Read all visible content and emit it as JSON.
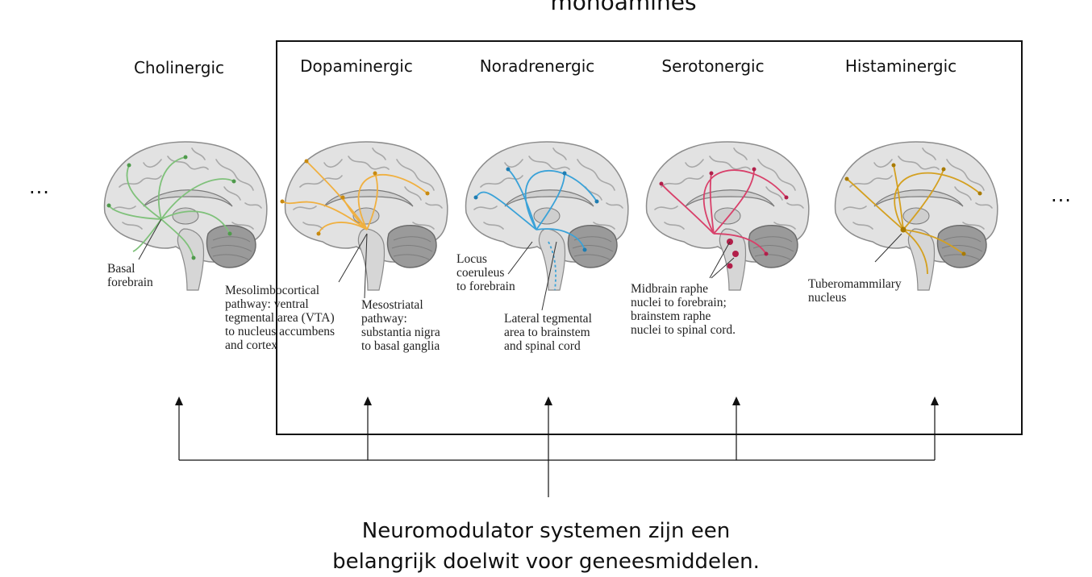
{
  "header": {
    "title": "monoamines"
  },
  "systems": [
    {
      "label": "Cholinergic",
      "pathway_color": "#7fc17a"
    },
    {
      "label": "Dopaminergic",
      "pathway_color": "#f0b040"
    },
    {
      "label": "Noradrenergic",
      "pathway_color": "#3aa2d8"
    },
    {
      "label": "Serotonergic",
      "pathway_color": "#d8406a"
    },
    {
      "label": "Histaminergic",
      "pathway_color": "#d4a020"
    }
  ],
  "annotations": {
    "basal_forebrain": "Basal\nforebrain",
    "mesolimbocortical": "Mesolimbocortical\npathway: ventral\ntegmental area (VTA)\nto nucleus accumbens\nand cortex",
    "mesostriatal": "Mesostriatal\npathway:\nsubstantia nigra\nto basal ganglia",
    "locus_coeruleus": "Locus\ncoeruleus\nto forebrain",
    "lateral_tegmental": "Lateral tegmental\narea to brainstem\nand spinal cord",
    "raphe": "Midbrain raphe\nnuclei to forebrain;\nbrainstem raphe\nnuclei to spinal cord.",
    "tuberomammilary": "Tuberomammilary\nnucleus"
  },
  "ellipsis_left": "...",
  "ellipsis_right": "...",
  "caption": {
    "line1": "Neuromodulator systemen zijn een",
    "line2": "belangrijk doelwit voor geneesmiddelen."
  }
}
